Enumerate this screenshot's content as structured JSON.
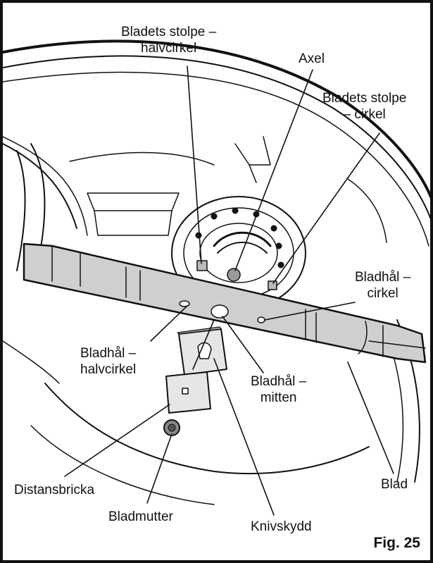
{
  "labels": {
    "bladets_stolpe_halvcirkel": "Bladets stolpe –\nhalvcirkel",
    "axel": "Axel",
    "bladets_stolpe_cirkel": "Bladets stolpe\n– cirkel",
    "bladhal_cirkel": "Bladhål –\ncirkel",
    "bladhal_halvcirkel": "Bladhål –\nhalvcirkel",
    "bladhal_mitten": "Bladhål –\nmitten",
    "distansbricka": "Distansbricka",
    "bladmutter": "Bladmutter",
    "knivskydd": "Knivskydd",
    "blad": "Blad"
  },
  "figure_label": "Fig. 25"
}
